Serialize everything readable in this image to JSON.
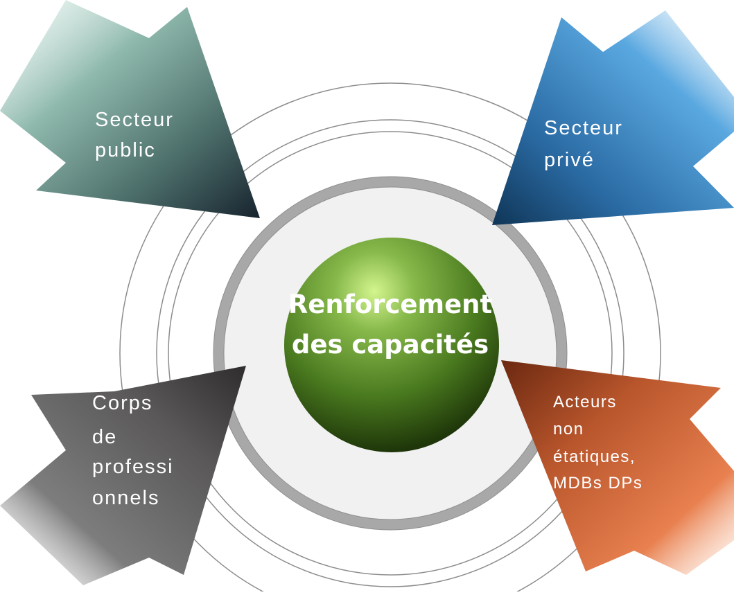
{
  "center": {
    "line1": "Renforcement",
    "line2": "des capacités"
  },
  "arrows": {
    "top_left": {
      "lines": [
        "Secteur",
        "public"
      ]
    },
    "top_right": {
      "lines": [
        "Secteur",
        "privé"
      ]
    },
    "bottom_left": {
      "lines": [
        "Corps",
        "de",
        "professi",
        "onnels"
      ]
    },
    "bottom_right": {
      "lines": [
        "Acteurs",
        "non",
        "étatiques,",
        "MDBs DPs"
      ]
    }
  },
  "colors": {
    "sphere": "#4f7f22",
    "ring": "#a8a8a8",
    "ring_inner": "#f1f1f1",
    "top_left_arrow": "#5b8a80",
    "top_right_arrow": "#2f78b8",
    "bottom_left_arrow": "#4a4a4a",
    "bottom_right_arrow": "#c45a2d"
  }
}
